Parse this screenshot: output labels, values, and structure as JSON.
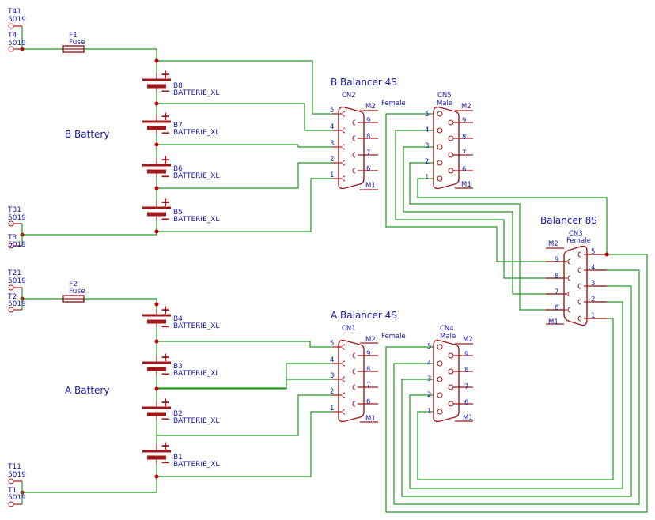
{
  "titles": {
    "b_battery": "B Battery",
    "a_battery": "A Battery",
    "b_balancer": "B Balancer 4S",
    "a_balancer": "A Balancer 4S",
    "balancer_8s": "Balancer 8S"
  },
  "terminals": {
    "t41": {
      "ref": "T41",
      "val": "5019"
    },
    "t4": {
      "ref": "T4",
      "val": "5019"
    },
    "t31": {
      "ref": "T31",
      "val": "5019"
    },
    "t3": {
      "ref": "T3",
      "val": "5019"
    },
    "t21": {
      "ref": "T21",
      "val": "5019"
    },
    "t2": {
      "ref": "T2",
      "val": "5019"
    },
    "t11": {
      "ref": "T11",
      "val": "5019"
    },
    "t1": {
      "ref": "T1",
      "val": "5019"
    }
  },
  "fuses": {
    "f1": {
      "ref": "F1",
      "val": "Fuse"
    },
    "f2": {
      "ref": "F2",
      "val": "Fuse"
    }
  },
  "batteries": {
    "b8": {
      "ref": "B8",
      "val": "BATTERIE_XL"
    },
    "b7": {
      "ref": "B7",
      "val": "BATTERIE_XL"
    },
    "b6": {
      "ref": "B6",
      "val": "BATTERIE_XL"
    },
    "b5": {
      "ref": "B5",
      "val": "BATTERIE_XL"
    },
    "b4": {
      "ref": "B4",
      "val": "BATTERIE_XL"
    },
    "b3": {
      "ref": "B3",
      "val": "BATTERIE_XL"
    },
    "b2": {
      "ref": "B2",
      "val": "BATTERIE_XL"
    },
    "b1": {
      "ref": "B1",
      "val": "BATTERIE_XL"
    }
  },
  "connectors": {
    "cn2": {
      "ref": "CN2",
      "val": "Female"
    },
    "cn5": {
      "ref": "CN5",
      "val": "Male"
    },
    "cn3": {
      "ref": "CN3",
      "val": "Female"
    },
    "cn1": {
      "ref": "CN1",
      "val": "Female"
    },
    "cn4": {
      "ref": "CN4",
      "val": "Male"
    }
  },
  "pins": {
    "p1": "1",
    "p2": "2",
    "p3": "3",
    "p4": "4",
    "p5": "5",
    "p6": "6",
    "p7": "7",
    "p8": "8",
    "p9": "9",
    "m1": "M1",
    "m2": "M2"
  },
  "symbols": {
    "plus": "+",
    "minus": "−"
  },
  "colors": {
    "wire": "#1d9a1d",
    "component": "#a01818",
    "text": "#1616a8",
    "junction": "#c00000"
  }
}
